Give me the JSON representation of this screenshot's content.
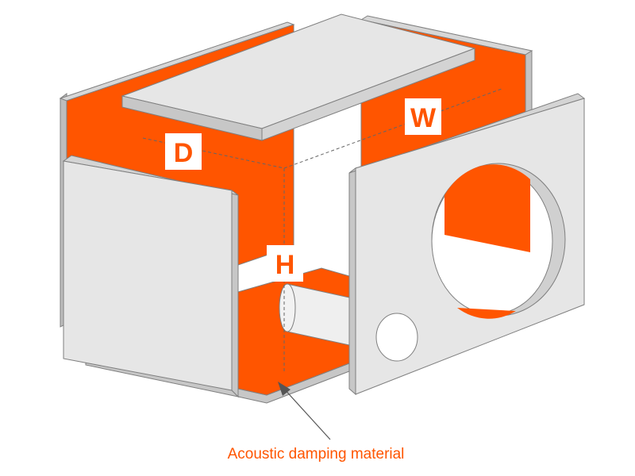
{
  "labels": {
    "width": "W",
    "depth": "D",
    "height": "H"
  },
  "caption": "Acoustic damping material",
  "colors": {
    "damping": "#ff5500",
    "panel": "#e6e6e6",
    "panel_edge": "#b9b9b9",
    "outline": "#7f7f7f",
    "caption": "#ff5500",
    "label_text": "#ff5500",
    "label_box": "#ffffff"
  }
}
